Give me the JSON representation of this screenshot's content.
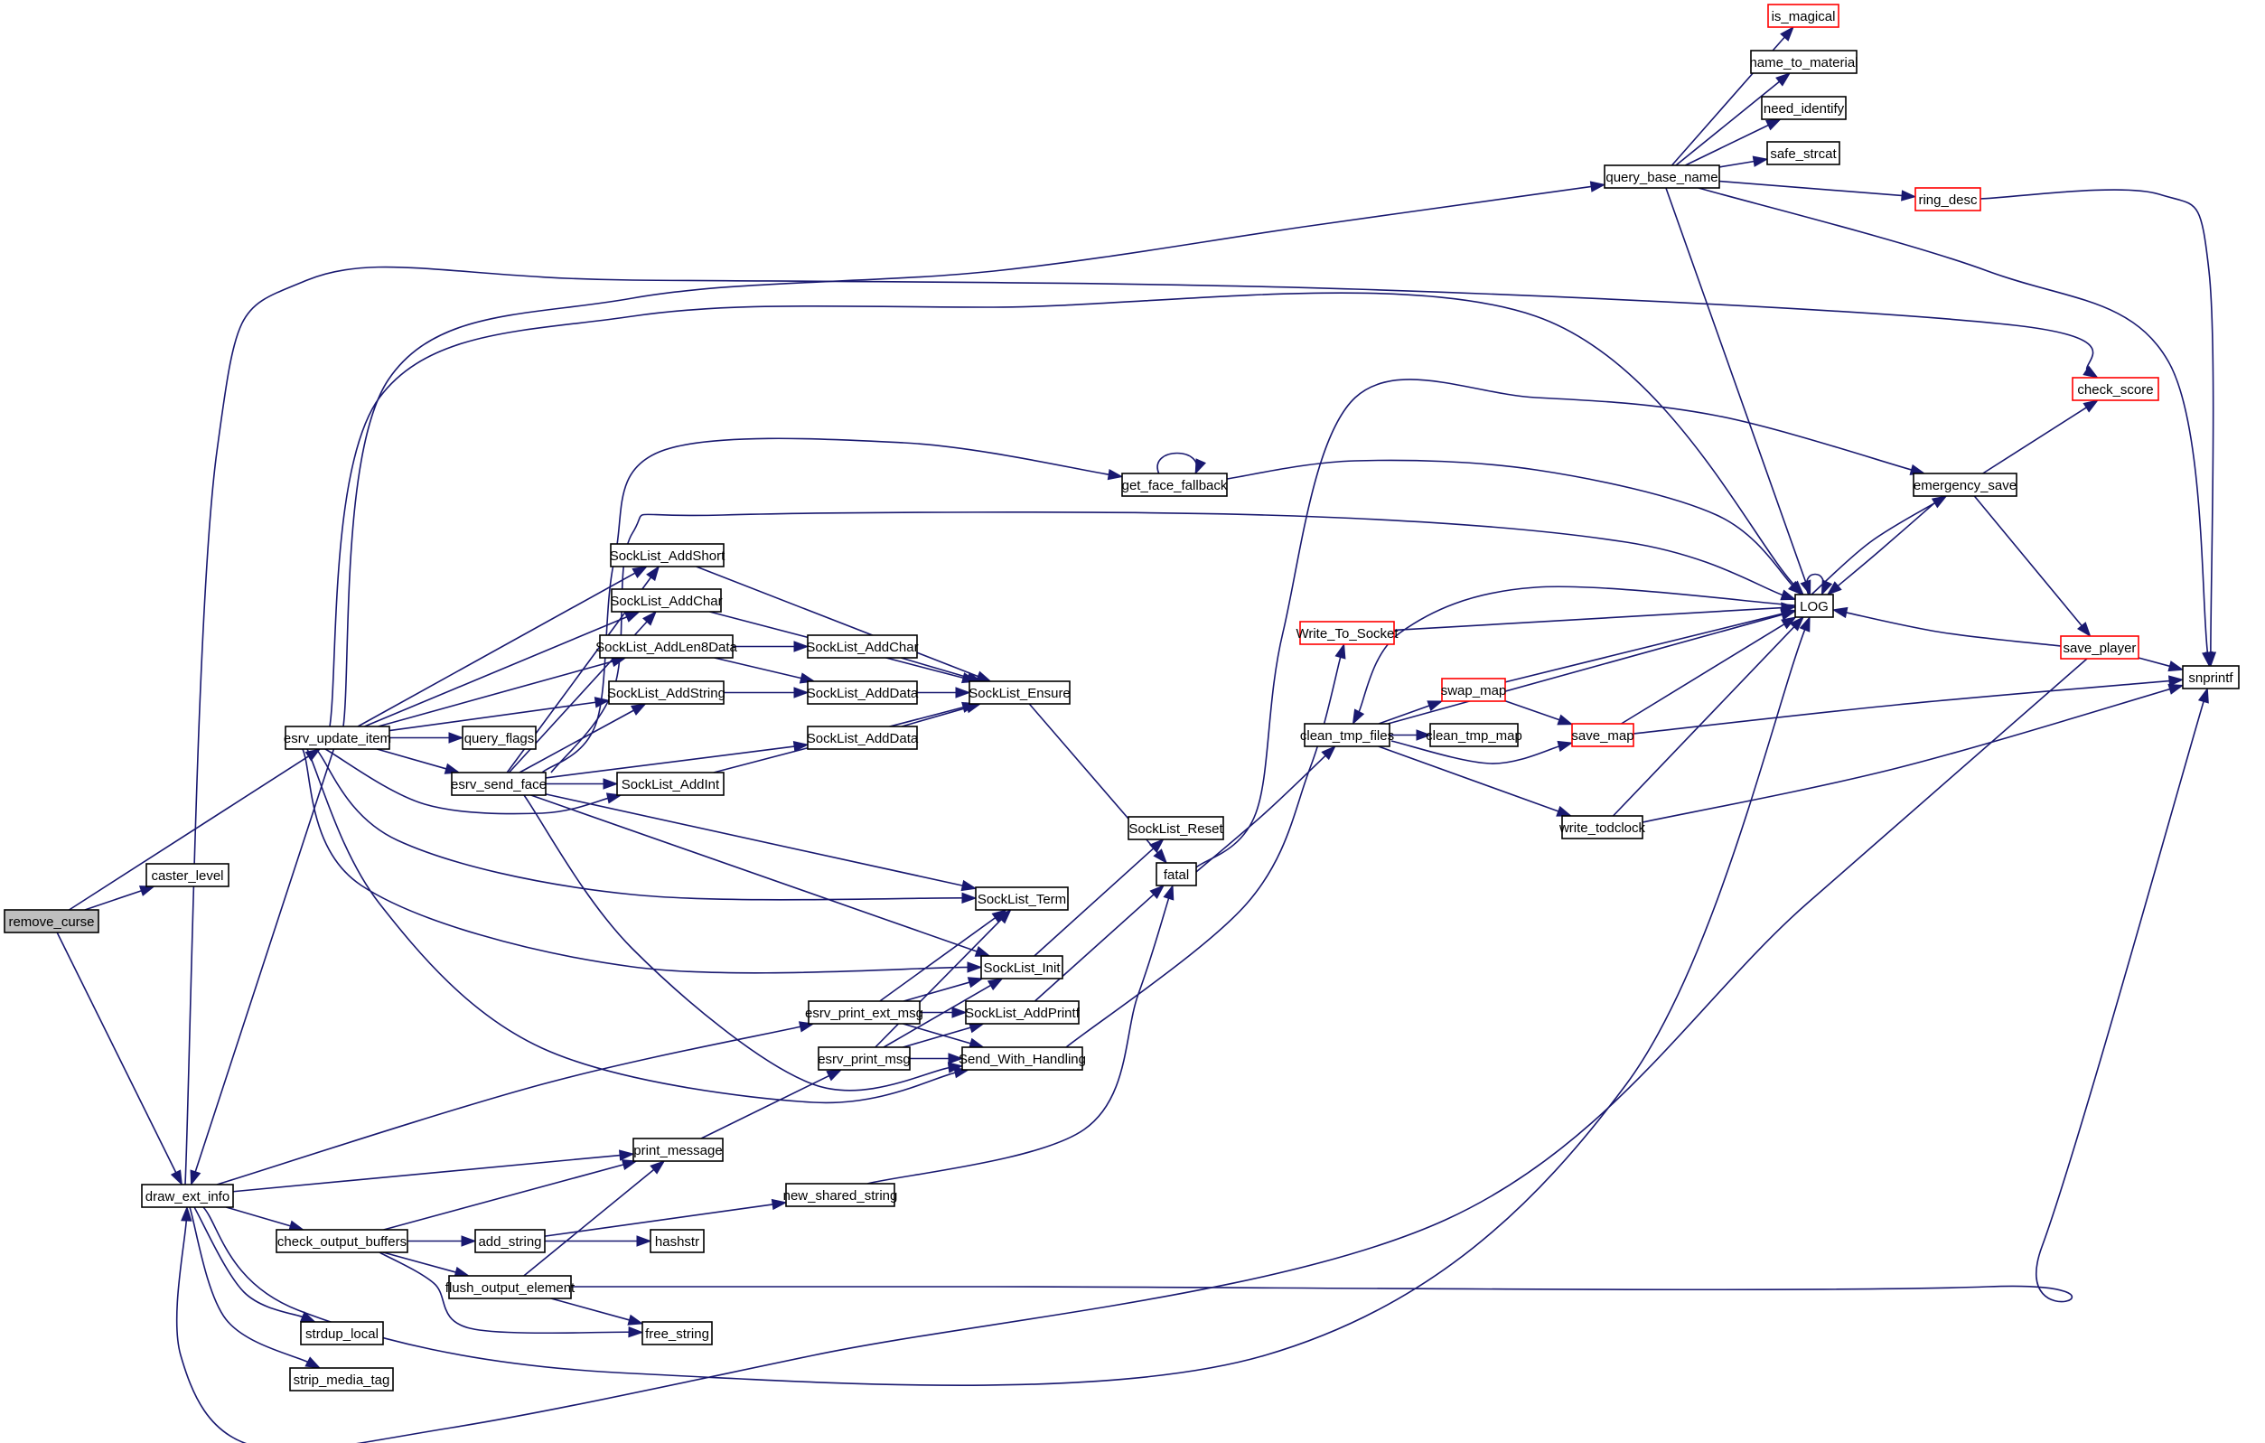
{
  "diagram": {
    "type": "call-graph",
    "root": "remove_curse",
    "colors": {
      "edge": "#191970",
      "node_border": "#000000",
      "truncated_border": "#ff0000",
      "root_fill": "#bfbfbf",
      "node_fill": "#ffffff"
    },
    "nodes": [
      {
        "id": "remove_curse",
        "label": "remove_curse",
        "style": "root"
      },
      {
        "id": "caster_level",
        "label": "caster_level"
      },
      {
        "id": "draw_ext_info",
        "label": "draw_ext_info"
      },
      {
        "id": "esrv_update_item",
        "label": "esrv_update_item"
      },
      {
        "id": "query_flags",
        "label": "query_flags"
      },
      {
        "id": "esrv_send_face",
        "label": "esrv_send_face"
      },
      {
        "id": "SockList_AddShort",
        "label": "SockList_AddShort"
      },
      {
        "id": "SockList_AddChar_a",
        "label": "SockList_AddChar"
      },
      {
        "id": "SockList_AddLen8Data",
        "label": "SockList_AddLen8Data"
      },
      {
        "id": "SockList_AddString",
        "label": "SockList_AddString"
      },
      {
        "id": "SockList_AddInt",
        "label": "SockList_AddInt"
      },
      {
        "id": "SockList_AddChar_b",
        "label": "SockList_AddChar"
      },
      {
        "id": "SockList_AddData_a",
        "label": "SockList_AddData"
      },
      {
        "id": "SockList_AddData_b",
        "label": "SockList_AddData"
      },
      {
        "id": "SockList_Ensure",
        "label": "SockList_Ensure"
      },
      {
        "id": "get_face_fallback",
        "label": "get_face_fallback"
      },
      {
        "id": "SockList_Reset",
        "label": "SockList_Reset"
      },
      {
        "id": "fatal",
        "label": "fatal"
      },
      {
        "id": "SockList_Term",
        "label": "SockList_Term"
      },
      {
        "id": "SockList_Init",
        "label": "SockList_Init"
      },
      {
        "id": "esrv_print_ext_msg",
        "label": "esrv_print_ext_msg"
      },
      {
        "id": "SockList_AddPrintf",
        "label": "SockList_AddPrintf"
      },
      {
        "id": "esrv_print_msg",
        "label": "esrv_print_msg"
      },
      {
        "id": "Send_With_Handling",
        "label": "Send_With_Handling"
      },
      {
        "id": "print_message",
        "label": "print_message"
      },
      {
        "id": "new_shared_string",
        "label": "new_shared_string"
      },
      {
        "id": "check_output_buffers",
        "label": "check_output_buffers"
      },
      {
        "id": "add_string",
        "label": "add_string"
      },
      {
        "id": "hashstr",
        "label": "hashstr"
      },
      {
        "id": "flush_output_element",
        "label": "flush_output_element"
      },
      {
        "id": "free_string",
        "label": "free_string"
      },
      {
        "id": "strdup_local",
        "label": "strdup_local"
      },
      {
        "id": "strip_media_tag",
        "label": "strip_media_tag"
      },
      {
        "id": "Write_To_Socket",
        "label": "Write_To_Socket",
        "style": "truncated"
      },
      {
        "id": "clean_tmp_files",
        "label": "clean_tmp_files"
      },
      {
        "id": "clean_tmp_map",
        "label": "clean_tmp_map"
      },
      {
        "id": "swap_map",
        "label": "swap_map",
        "style": "truncated"
      },
      {
        "id": "save_map",
        "label": "save_map",
        "style": "truncated"
      },
      {
        "id": "write_todclock",
        "label": "write_todclock"
      },
      {
        "id": "LOG",
        "label": "LOG"
      },
      {
        "id": "emergency_save",
        "label": "emergency_save"
      },
      {
        "id": "save_player",
        "label": "save_player",
        "style": "truncated"
      },
      {
        "id": "snprintf",
        "label": "snprintf"
      },
      {
        "id": "check_score",
        "label": "check_score",
        "style": "truncated"
      },
      {
        "id": "query_base_name",
        "label": "query_base_name"
      },
      {
        "id": "is_magical",
        "label": "is_magical",
        "style": "truncated"
      },
      {
        "id": "name_to_material",
        "label": "name_to_material"
      },
      {
        "id": "need_identify",
        "label": "need_identify"
      },
      {
        "id": "safe_strcat",
        "label": "safe_strcat"
      },
      {
        "id": "ring_desc",
        "label": "ring_desc",
        "style": "truncated"
      }
    ],
    "edges": [
      [
        "remove_curse",
        "caster_level"
      ],
      [
        "remove_curse",
        "esrv_update_item"
      ],
      [
        "remove_curse",
        "draw_ext_info"
      ],
      [
        "esrv_update_item",
        "draw_ext_info"
      ],
      [
        "esrv_update_item",
        "query_flags"
      ],
      [
        "esrv_update_item",
        "esrv_send_face"
      ],
      [
        "esrv_update_item",
        "SockList_AddShort"
      ],
      [
        "esrv_update_item",
        "SockList_AddChar_a"
      ],
      [
        "esrv_update_item",
        "SockList_AddLen8Data"
      ],
      [
        "esrv_update_item",
        "SockList_AddString"
      ],
      [
        "esrv_update_item",
        "SockList_AddInt"
      ],
      [
        "esrv_update_item",
        "SockList_Term"
      ],
      [
        "esrv_update_item",
        "SockList_Init"
      ],
      [
        "esrv_update_item",
        "Send_With_Handling"
      ],
      [
        "esrv_update_item",
        "query_base_name"
      ],
      [
        "esrv_update_item",
        "LOG"
      ],
      [
        "esrv_send_face",
        "get_face_fallback"
      ],
      [
        "esrv_send_face",
        "LOG"
      ],
      [
        "esrv_send_face",
        "SockList_AddShort"
      ],
      [
        "esrv_send_face",
        "SockList_AddChar_a"
      ],
      [
        "esrv_send_face",
        "SockList_AddString"
      ],
      [
        "esrv_send_face",
        "SockList_AddData_b"
      ],
      [
        "esrv_send_face",
        "SockList_AddInt"
      ],
      [
        "esrv_send_face",
        "SockList_Term"
      ],
      [
        "esrv_send_face",
        "SockList_Init"
      ],
      [
        "esrv_send_face",
        "Send_With_Handling"
      ],
      [
        "get_face_fallback",
        "get_face_fallback"
      ],
      [
        "get_face_fallback",
        "LOG"
      ],
      [
        "SockList_AddShort",
        "SockList_Ensure"
      ],
      [
        "SockList_AddChar_a",
        "SockList_Ensure"
      ],
      [
        "SockList_AddLen8Data",
        "SockList_AddChar_b"
      ],
      [
        "SockList_AddLen8Data",
        "SockList_AddData_a"
      ],
      [
        "SockList_AddString",
        "SockList_AddData_a"
      ],
      [
        "SockList_AddInt",
        "SockList_Ensure"
      ],
      [
        "SockList_AddChar_b",
        "SockList_Ensure"
      ],
      [
        "SockList_AddData_a",
        "SockList_Ensure"
      ],
      [
        "SockList_AddData_b",
        "SockList_Ensure"
      ],
      [
        "SockList_Ensure",
        "fatal"
      ],
      [
        "SockList_Init",
        "SockList_Reset"
      ],
      [
        "SockList_AddPrintf",
        "fatal"
      ],
      [
        "Send_With_Handling",
        "Write_To_Socket"
      ],
      [
        "fatal",
        "clean_tmp_files"
      ],
      [
        "fatal",
        "emergency_save"
      ],
      [
        "new_shared_string",
        "fatal"
      ],
      [
        "draw_ext_info",
        "esrv_print_ext_msg"
      ],
      [
        "draw_ext_info",
        "print_message"
      ],
      [
        "draw_ext_info",
        "check_output_buffers"
      ],
      [
        "draw_ext_info",
        "strdup_local"
      ],
      [
        "draw_ext_info",
        "strip_media_tag"
      ],
      [
        "draw_ext_info",
        "LOG"
      ],
      [
        "draw_ext_info",
        "check_score"
      ],
      [
        "esrv_print_ext_msg",
        "SockList_Term"
      ],
      [
        "esrv_print_ext_msg",
        "SockList_Init"
      ],
      [
        "esrv_print_ext_msg",
        "SockList_AddPrintf"
      ],
      [
        "esrv_print_ext_msg",
        "Send_With_Handling"
      ],
      [
        "esrv_print_msg",
        "SockList_Term"
      ],
      [
        "esrv_print_msg",
        "SockList_Init"
      ],
      [
        "esrv_print_msg",
        "SockList_AddPrintf"
      ],
      [
        "esrv_print_msg",
        "Send_With_Handling"
      ],
      [
        "print_message",
        "esrv_print_msg"
      ],
      [
        "check_output_buffers",
        "print_message"
      ],
      [
        "check_output_buffers",
        "add_string"
      ],
      [
        "check_output_buffers",
        "flush_output_element"
      ],
      [
        "check_output_buffers",
        "free_string"
      ],
      [
        "add_string",
        "new_shared_string"
      ],
      [
        "add_string",
        "hashstr"
      ],
      [
        "flush_output_element",
        "print_message"
      ],
      [
        "flush_output_element",
        "free_string"
      ],
      [
        "flush_output_element",
        "snprintf"
      ],
      [
        "clean_tmp_files",
        "LOG"
      ],
      [
        "clean_tmp_files",
        "swap_map"
      ],
      [
        "clean_tmp_files",
        "clean_tmp_map"
      ],
      [
        "clean_tmp_files",
        "save_map"
      ],
      [
        "clean_tmp_files",
        "write_todclock"
      ],
      [
        "swap_map",
        "LOG"
      ],
      [
        "swap_map",
        "save_map"
      ],
      [
        "save_map",
        "LOG"
      ],
      [
        "save_map",
        "snprintf"
      ],
      [
        "write_todclock",
        "LOG"
      ],
      [
        "write_todclock",
        "snprintf"
      ],
      [
        "Write_To_Socket",
        "LOG"
      ],
      [
        "LOG",
        "LOG"
      ],
      [
        "LOG",
        "emergency_save"
      ],
      [
        "LOG",
        "clean_tmp_files"
      ],
      [
        "emergency_save",
        "LOG"
      ],
      [
        "emergency_save",
        "check_score"
      ],
      [
        "emergency_save",
        "save_player"
      ],
      [
        "save_player",
        "LOG"
      ],
      [
        "save_player",
        "snprintf"
      ],
      [
        "save_player",
        "draw_ext_info"
      ],
      [
        "query_base_name",
        "is_magical"
      ],
      [
        "query_base_name",
        "name_to_material"
      ],
      [
        "query_base_name",
        "need_identify"
      ],
      [
        "query_base_name",
        "safe_strcat"
      ],
      [
        "query_base_name",
        "ring_desc"
      ],
      [
        "query_base_name",
        "LOG"
      ],
      [
        "query_base_name",
        "snprintf"
      ],
      [
        "ring_desc",
        "snprintf"
      ]
    ]
  }
}
